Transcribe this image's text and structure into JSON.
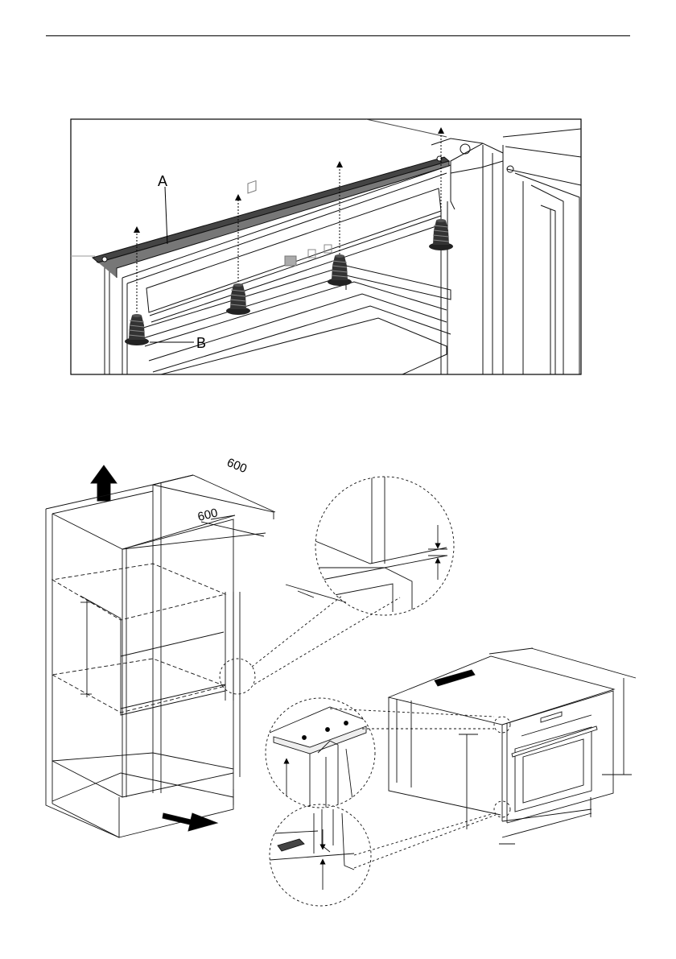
{
  "figure1": {
    "label_a": "A",
    "label_b": "B",
    "screw_count": 4
  },
  "figure2": {
    "dimension_depth": "600",
    "dimension_width": "600"
  }
}
